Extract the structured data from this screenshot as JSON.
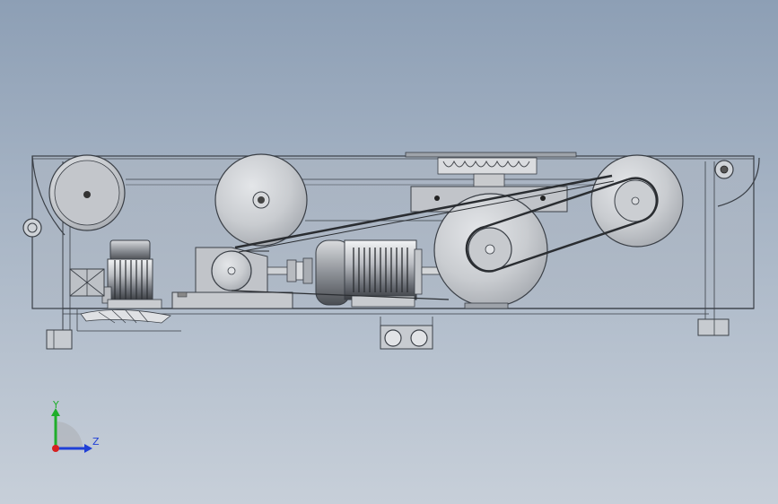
{
  "view": {
    "background_top": "#8d9fb5",
    "background_bottom": "#c7cfd9",
    "outline_color": "#3a3f46",
    "part_fill": "#c4c7cc"
  },
  "triad": {
    "y_label": "Y",
    "z_label": "Z",
    "y_color": "#1fae2b",
    "z_color": "#1f3fd6",
    "x_color": "#d62020"
  },
  "parts": [
    "machine-frame",
    "idler-pulley-left",
    "pulley-upper",
    "pulley-large-center",
    "pulley-small-center",
    "pulley-right",
    "pulley-right-inner",
    "motor-small",
    "motor-main",
    "v-belt-upper",
    "v-belt-right",
    "bearing-block",
    "tension-bracket",
    "mounting-feet"
  ]
}
